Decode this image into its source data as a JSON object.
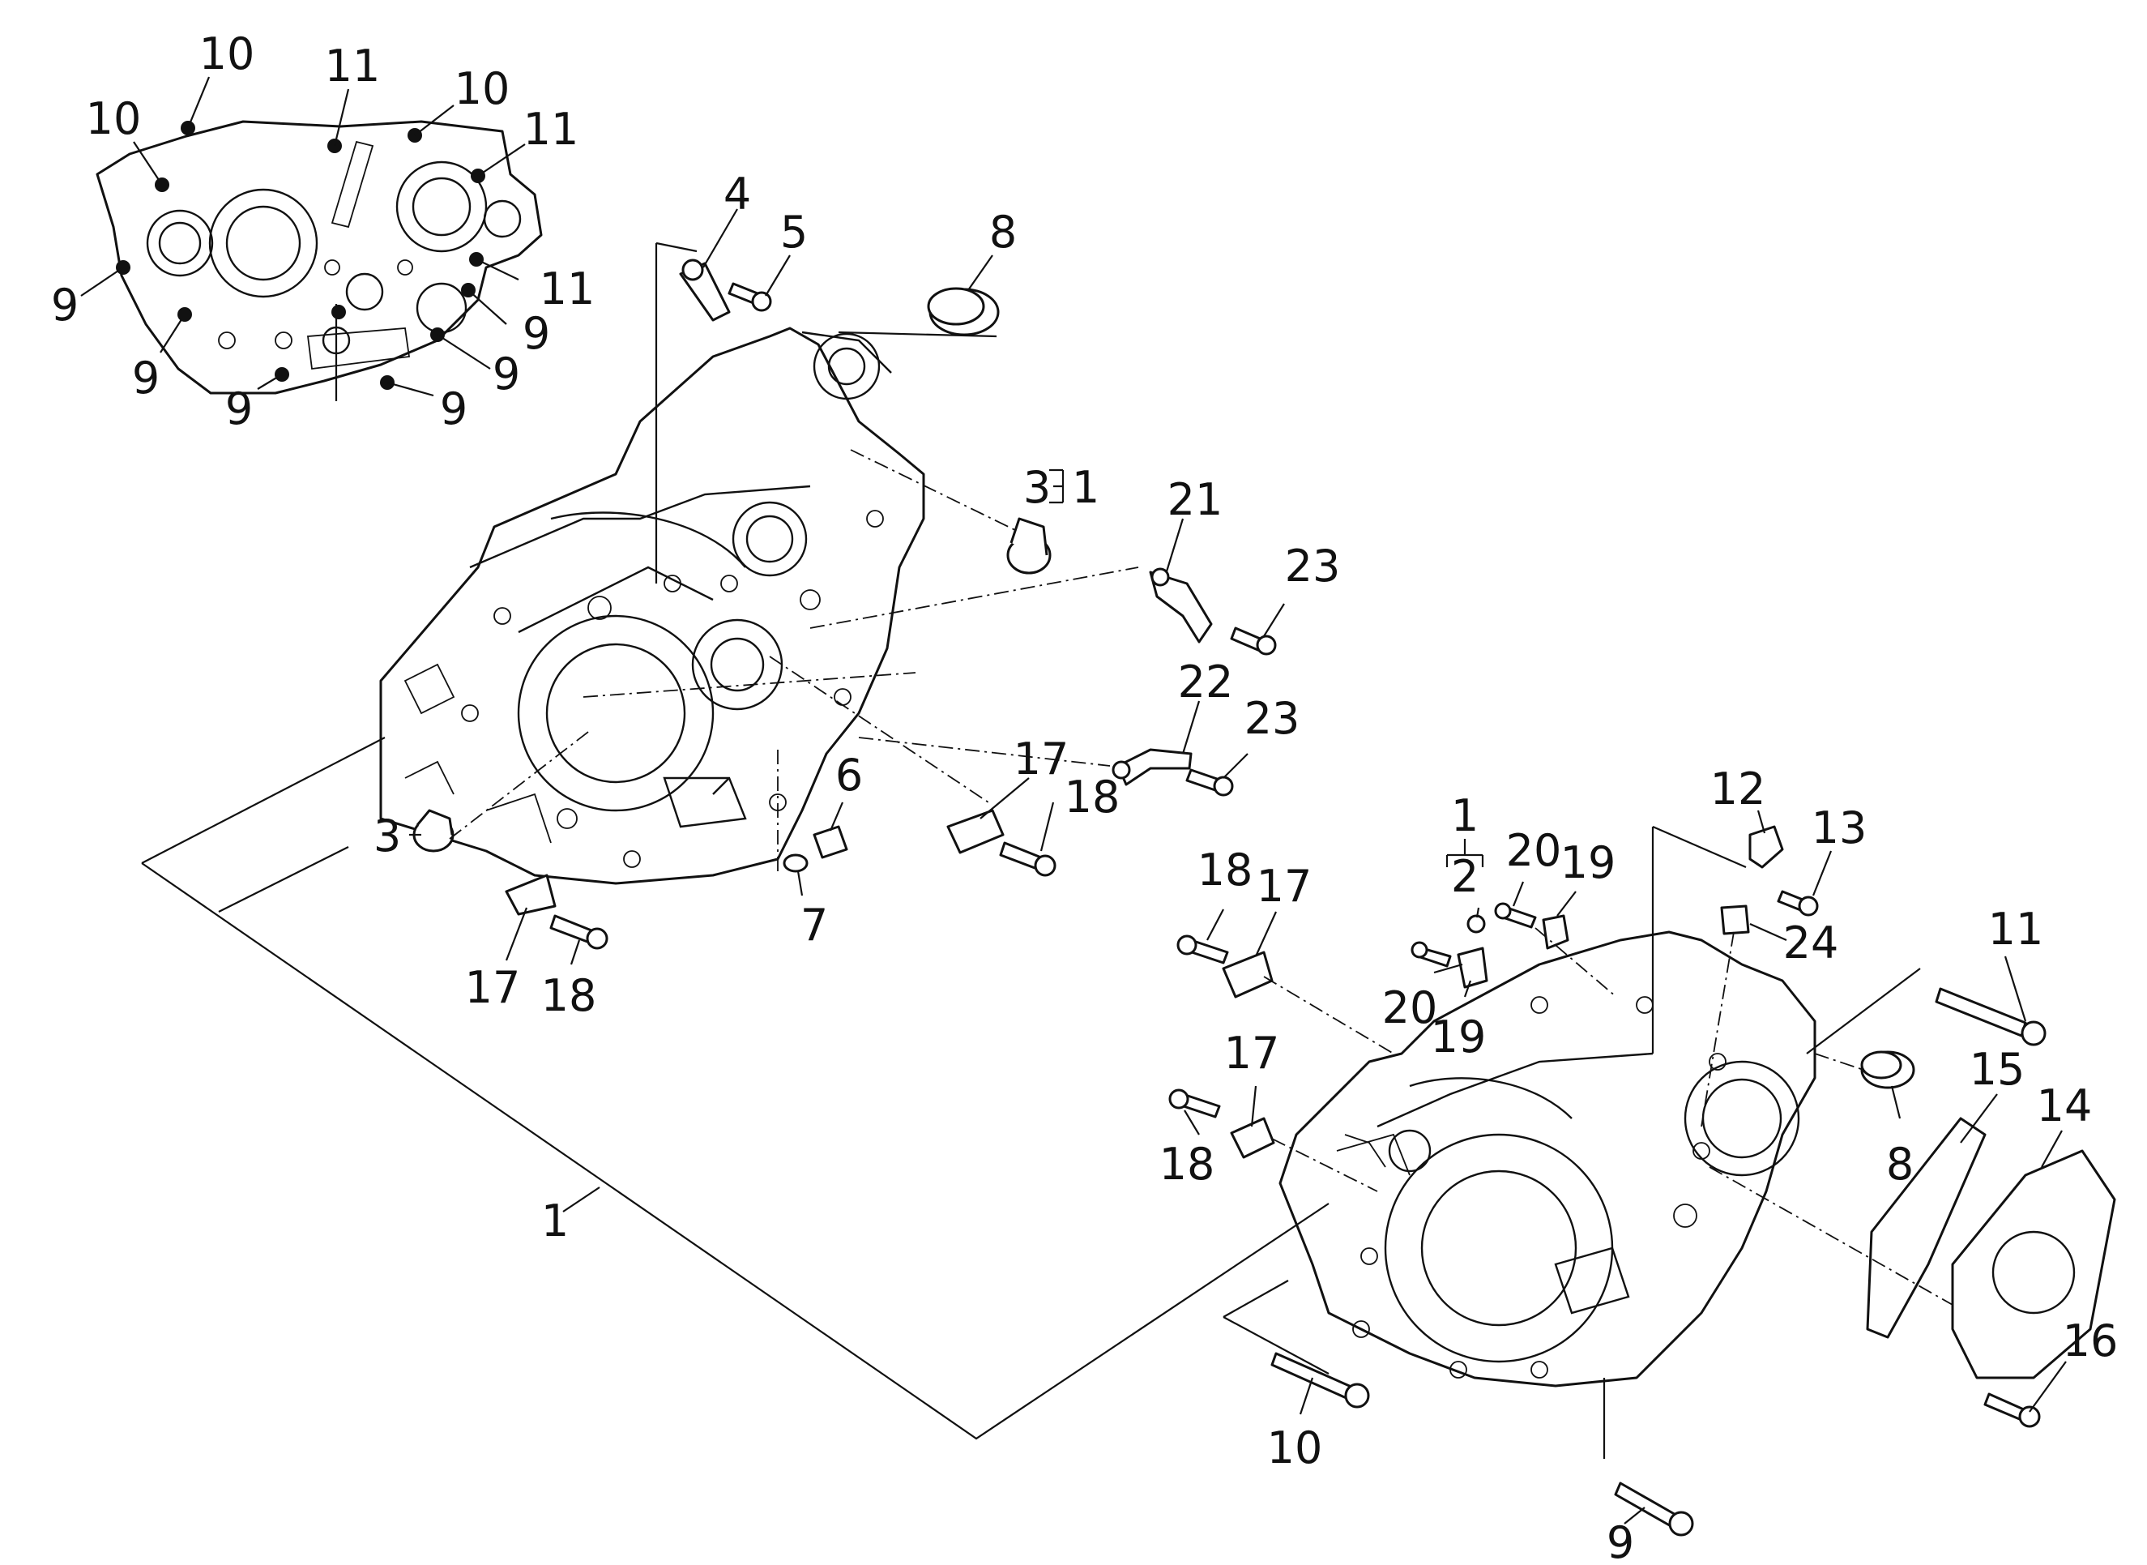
{
  "inset_callouts": [
    {
      "id": "inset-10-top",
      "text": "10"
    },
    {
      "id": "inset-11-top",
      "text": "11"
    },
    {
      "id": "inset-10-right",
      "text": "10"
    },
    {
      "id": "inset-10-left",
      "text": "10"
    },
    {
      "id": "inset-11-right",
      "text": "11"
    },
    {
      "id": "inset-11-lower",
      "text": "11"
    },
    {
      "id": "inset-9-left",
      "text": "9"
    },
    {
      "id": "inset-9-right-a",
      "text": "9"
    },
    {
      "id": "inset-9-lower-left",
      "text": "9"
    },
    {
      "id": "inset-9-right-b",
      "text": "9"
    },
    {
      "id": "inset-9-bottom-a",
      "text": "9"
    },
    {
      "id": "inset-9-bottom-b",
      "text": "9"
    }
  ],
  "callouts": [
    {
      "id": "part-4",
      "text": "4"
    },
    {
      "id": "part-5",
      "text": "5"
    },
    {
      "id": "part-8-top",
      "text": "8"
    },
    {
      "id": "part-3-top",
      "text": "3"
    },
    {
      "id": "part-1-top",
      "text": "1"
    },
    {
      "id": "part-21",
      "text": "21"
    },
    {
      "id": "part-23-a",
      "text": "23"
    },
    {
      "id": "part-22",
      "text": "22"
    },
    {
      "id": "part-23-b",
      "text": "23"
    },
    {
      "id": "part-6",
      "text": "6"
    },
    {
      "id": "part-17-a",
      "text": "17"
    },
    {
      "id": "part-18-a",
      "text": "18"
    },
    {
      "id": "part-3-left",
      "text": "3"
    },
    {
      "id": "part-7",
      "text": "7"
    },
    {
      "id": "part-17-b",
      "text": "17"
    },
    {
      "id": "part-18-b",
      "text": "18"
    },
    {
      "id": "part-1-main",
      "text": "1"
    },
    {
      "id": "part-1-right",
      "text": "1"
    },
    {
      "id": "part-2",
      "text": "2"
    },
    {
      "id": "part-20-a",
      "text": "20"
    },
    {
      "id": "part-19-a",
      "text": "19"
    },
    {
      "id": "part-12",
      "text": "12"
    },
    {
      "id": "part-13",
      "text": "13"
    },
    {
      "id": "part-24",
      "text": "24"
    },
    {
      "id": "part-18-c",
      "text": "18"
    },
    {
      "id": "part-17-c",
      "text": "17"
    },
    {
      "id": "part-20-b",
      "text": "20"
    },
    {
      "id": "part-19-b",
      "text": "19"
    },
    {
      "id": "part-11",
      "text": "11"
    },
    {
      "id": "part-17-d",
      "text": "17"
    },
    {
      "id": "part-15",
      "text": "15"
    },
    {
      "id": "part-14",
      "text": "14"
    },
    {
      "id": "part-18-d",
      "text": "18"
    },
    {
      "id": "part-8-right",
      "text": "8"
    },
    {
      "id": "part-16",
      "text": "16"
    },
    {
      "id": "part-10",
      "text": "10"
    },
    {
      "id": "part-9",
      "text": "9"
    }
  ]
}
